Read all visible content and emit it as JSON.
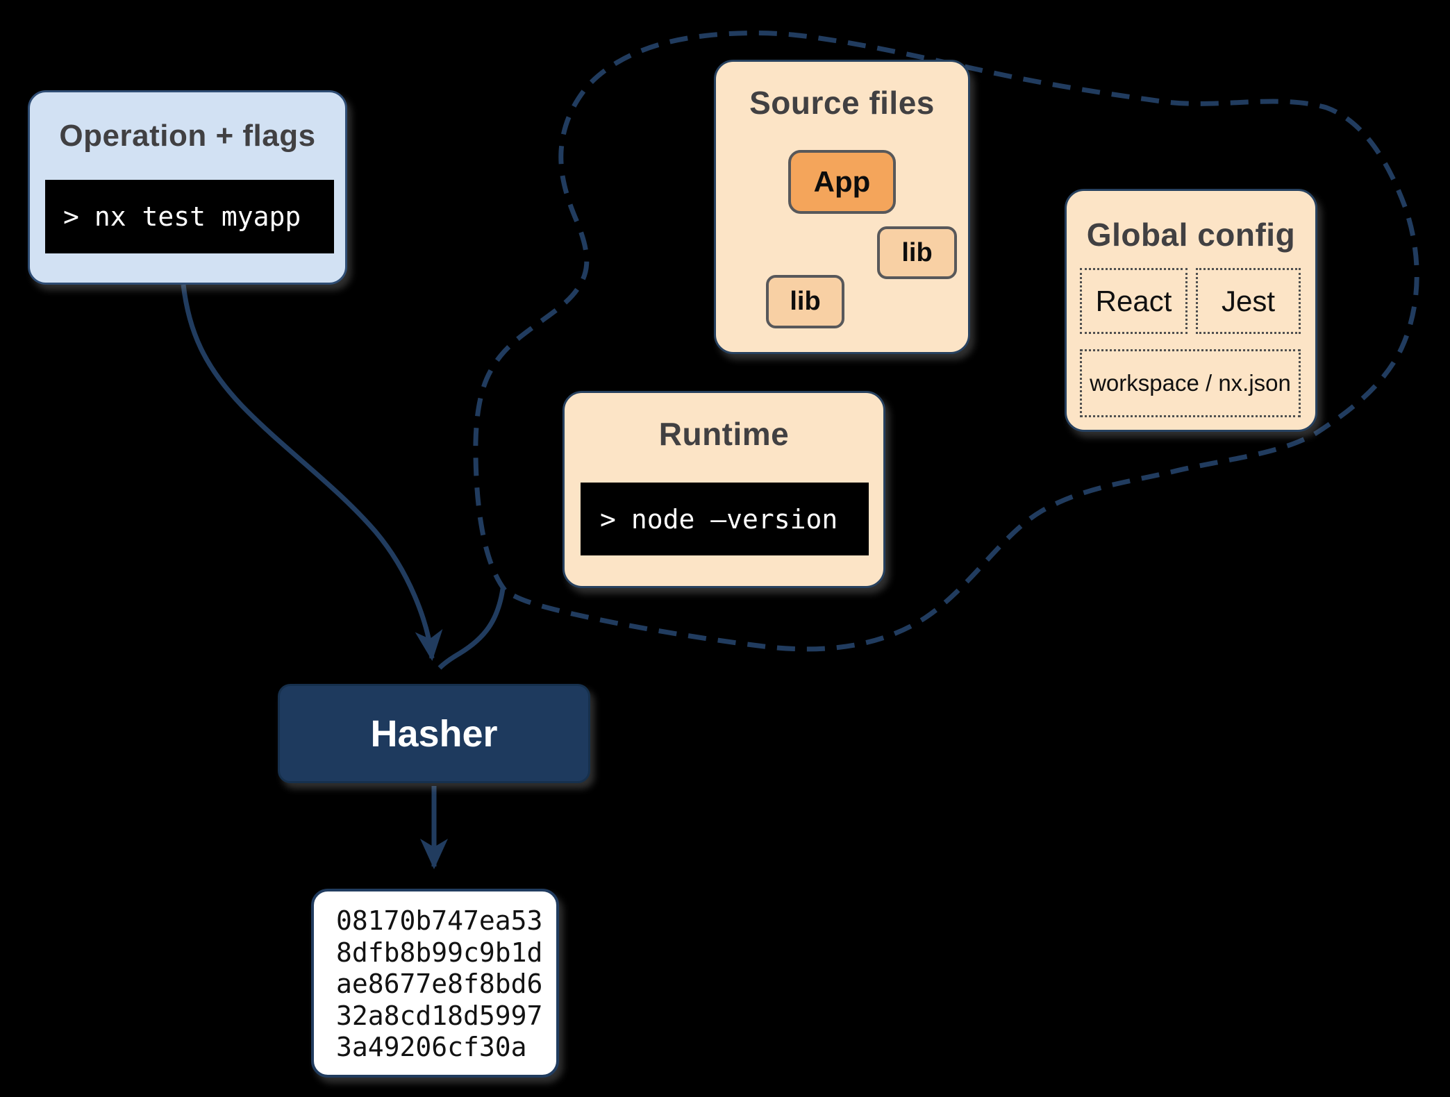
{
  "colors": {
    "background": "#000000",
    "navy": "#213c5f",
    "navy-fill": "#1e3a5e",
    "blue-fill": "#d2e1f3",
    "blue-border": "#2f4d74",
    "peach-fill": "#fce4c6",
    "peach-border": "#27415f",
    "orange-node": "#f4a55b",
    "lib-node": "#f8d0a4",
    "node-border": "#58585a",
    "title-gray": "#414042",
    "terminal-bg": "#000000",
    "terminal-text": "#ffffff",
    "hash-text": "#121212",
    "dotted-border": "#4f4f4f"
  },
  "operation": {
    "title": "Operation + flags",
    "prompt": ">",
    "command": "nx test myapp"
  },
  "source_files": {
    "title": "Source files",
    "app_label": "App",
    "lib_right_label": "lib",
    "lib_left_label": "lib"
  },
  "global_config": {
    "title": "Global config",
    "item_react": "React",
    "item_jest": "Jest",
    "item_workspace": "workspace / nx.json"
  },
  "runtime": {
    "title": "Runtime",
    "prompt": ">",
    "command": "node –version"
  },
  "hasher": {
    "label": "Hasher"
  },
  "hash_output": {
    "lines": [
      "08170b747ea53",
      "8dfb8b99c9b1d",
      "ae8677e8f8bd6",
      "32a8cd18d5997",
      "3a49206cf30a"
    ]
  }
}
